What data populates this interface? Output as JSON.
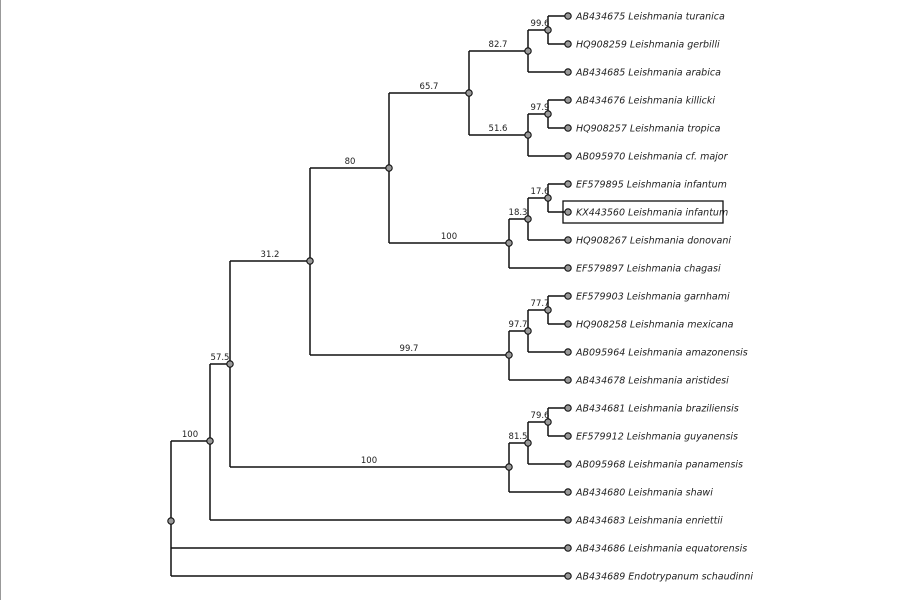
{
  "tree": {
    "colors": {
      "branch": "#111111",
      "node_fill": "#999999",
      "text": "#222222",
      "left_border": "#999999"
    },
    "taxa": [
      "AB434675 Leishmania turanica",
      "HQ908259 Leishmania gerbilli",
      "AB434685 Leishmania arabica",
      "AB434676 Leishmania killicki",
      "HQ908257 Leishmania tropica",
      "AB095970 Leishmania cf. major",
      "EF579895 Leishmania infantum",
      "KX443560 Leishmania infantum",
      "HQ908267 Leishmania donovani",
      "EF579897 Leishmania chagasi",
      "EF579903 Leishmania garnhami",
      "HQ908258 Leishmania mexicana",
      "AB095964 Leishmania amazonensis",
      "AB434678 Leishmania aristidesi",
      "AB434681 Leishmania braziliensis",
      "EF579912 Leishmania guyanensis",
      "AB095968 Leishmania panamensis",
      "AB434680 Leishmania shawi",
      "AB434683 Leishmania enriettii",
      "AB434686 Leishmania equatorensis",
      "AB434689 Endotrypanum schaudinni"
    ],
    "highlighted_taxon": "KX443560 Leishmania infantum",
    "support_values": [
      "99.6",
      "82.7",
      "97.9",
      "51.6",
      "65.7",
      "17.6",
      "18.3",
      "100",
      "80",
      "77.7",
      "97.7",
      "99.7",
      "31.2",
      "79.6",
      "81.5",
      "100",
      "57.5",
      "100"
    ]
  }
}
